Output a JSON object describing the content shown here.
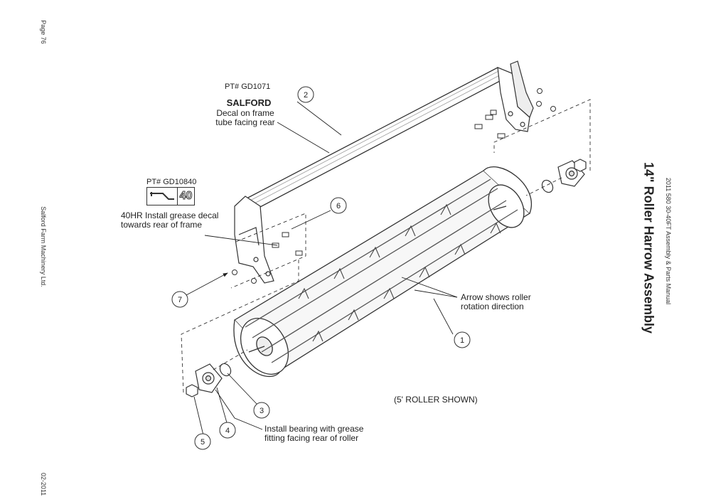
{
  "page": {
    "page_number": "Page 76",
    "company": "Salford Farm Machinery Ltd.",
    "date": "02-2011",
    "manual": "2011 580 30-40FT Assembly & Parts Manual",
    "title": "14\" Roller Harrow Assembly"
  },
  "labels": {
    "decal_pt": "PT# GD1071",
    "decal_brand": "SALFORD",
    "decal_line1": "Decal on frame",
    "decal_line2": "tube facing rear",
    "grease_pt": "PT# GD10840",
    "grease_decal_number": "40",
    "grease_line1": "40HR Install grease decal",
    "grease_line2": "towards rear of frame",
    "arrow_line1": "Arrow shows roller",
    "arrow_line2": "rotation direction",
    "roller_shown": "(5' ROLLER SHOWN)",
    "bearing_line1": "Install bearing with grease",
    "bearing_line2": "fitting facing rear of roller"
  },
  "callouts": [
    "1",
    "2",
    "3",
    "4",
    "5",
    "6",
    "7"
  ]
}
